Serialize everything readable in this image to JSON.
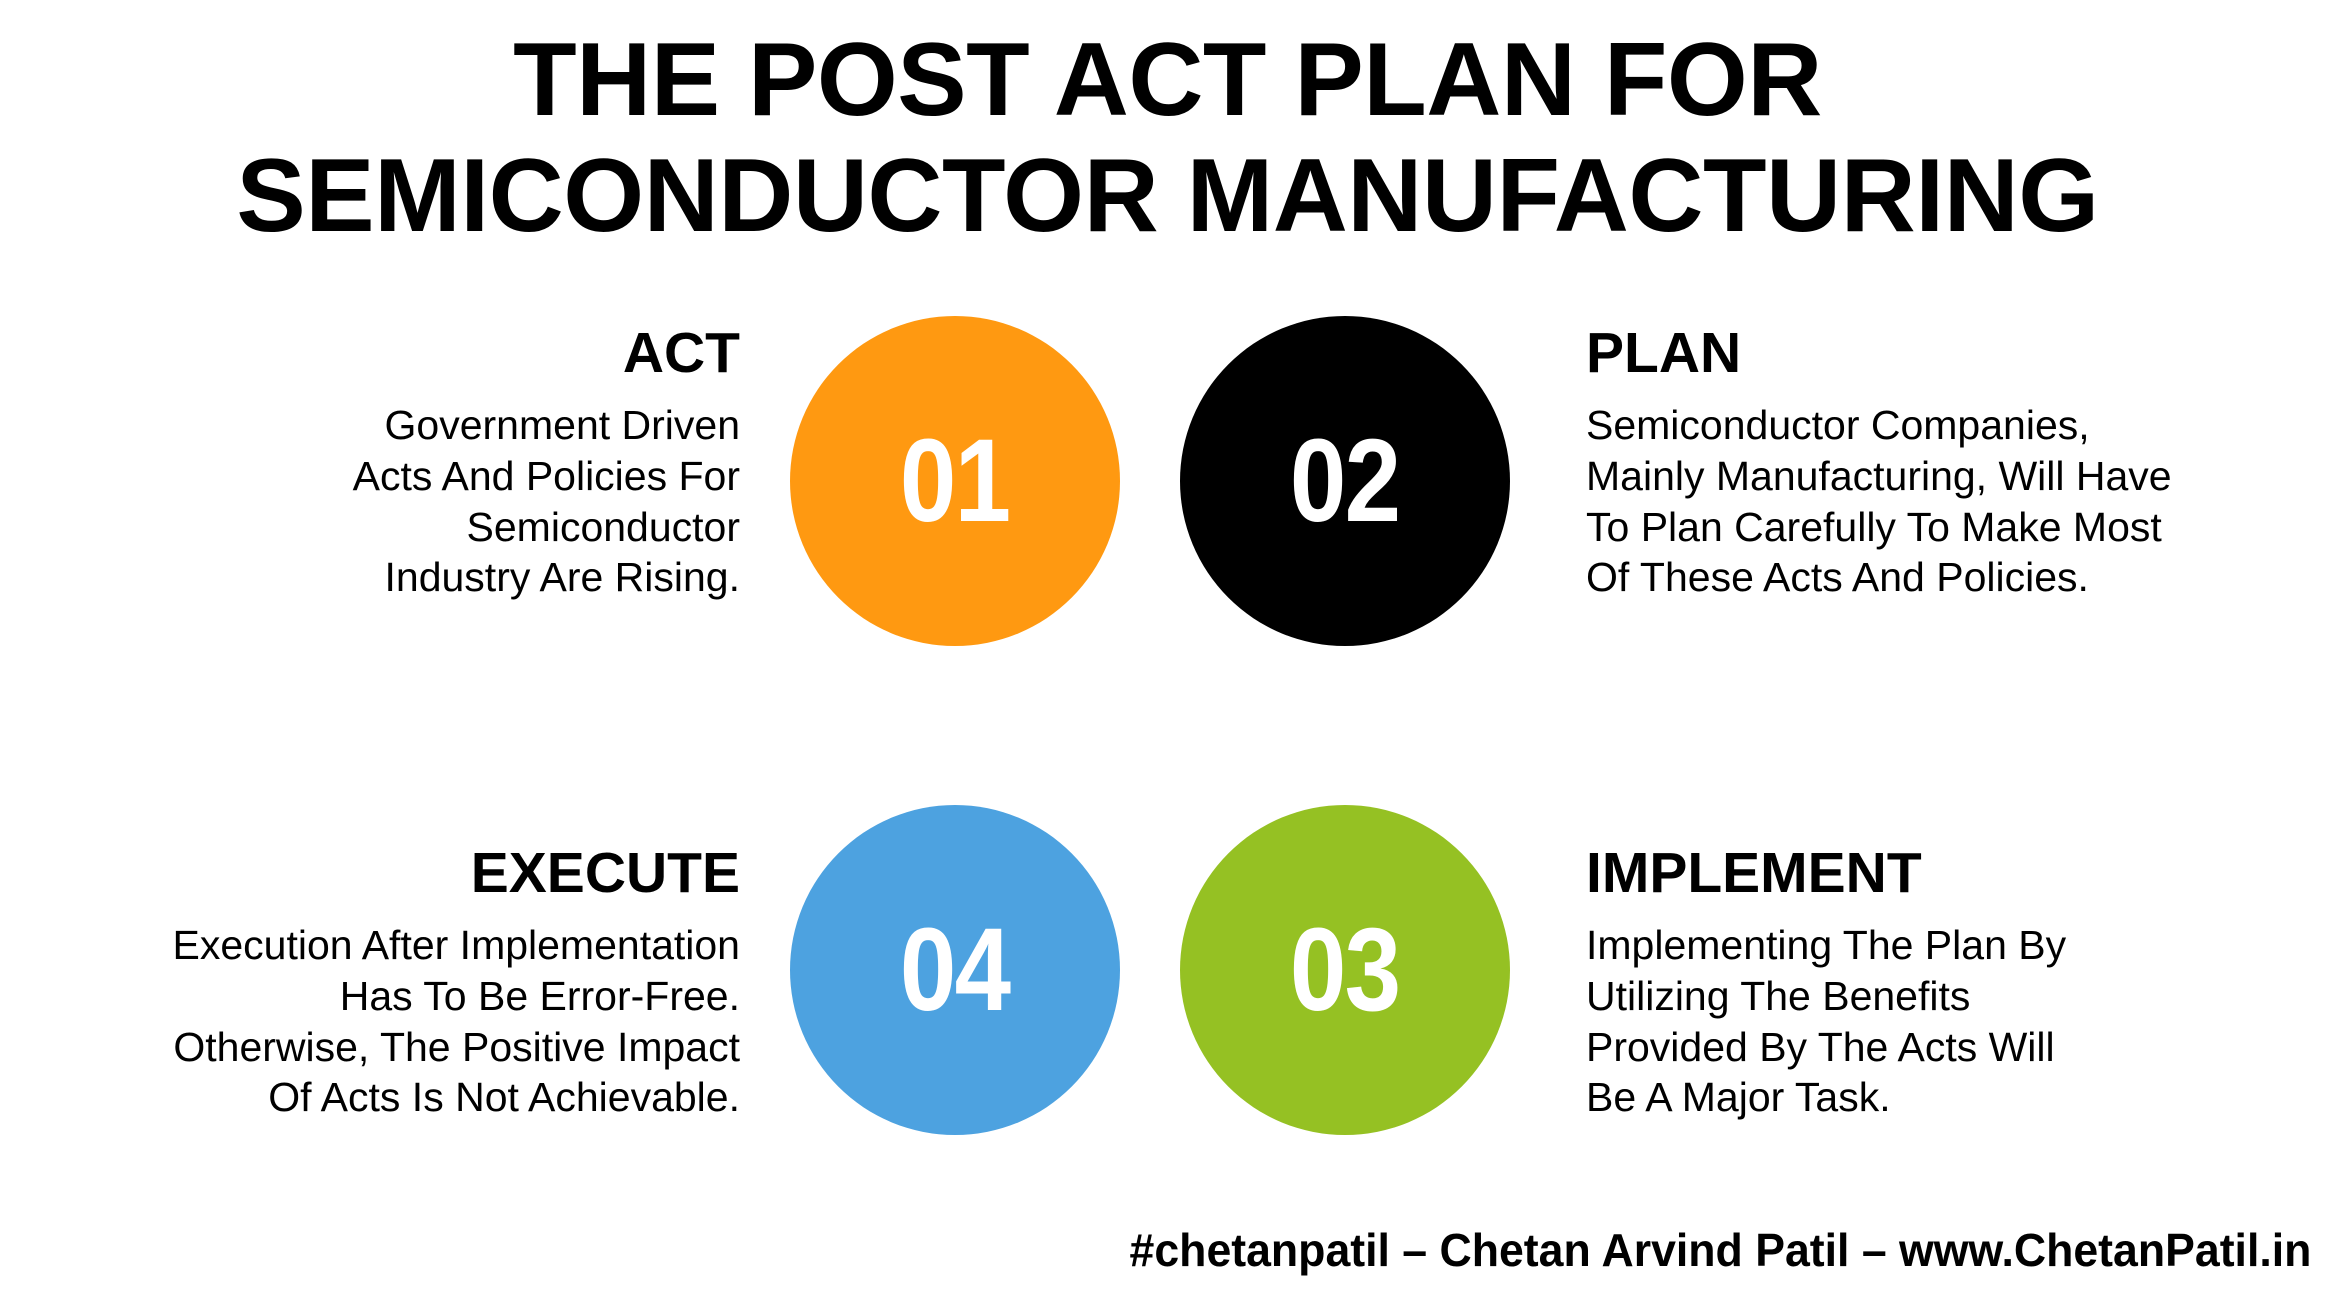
{
  "title": {
    "line1": "THE POST ACT PLAN FOR",
    "line2": "SEMICONDUCTOR MANUFACTURING"
  },
  "colors": {
    "orange": "#FF9911",
    "black": "#000000",
    "green": "#95C123",
    "blue": "#4DA2E0",
    "background": "#FFFFFF",
    "text": "#000000",
    "number_text": "#FFFFFF"
  },
  "steps": [
    {
      "number": "01",
      "heading": "ACT",
      "color": "#FF9911",
      "side": "left",
      "row": 1,
      "body_lines": [
        "Government Driven",
        "Acts And Policies For",
        "Semiconductor",
        "Industry Are Rising."
      ],
      "body": "Government Driven Acts And Policies For Semiconductor Industry Are Rising."
    },
    {
      "number": "02",
      "heading": "PLAN",
      "color": "#000000",
      "side": "right",
      "row": 1,
      "body_lines": [
        "Semiconductor Companies,",
        "Mainly Manufacturing, Will Have",
        "To Plan Carefully To Make Most",
        "Of These Acts And Policies."
      ],
      "body": "Semiconductor Companies, Mainly Manufacturing, Will Have To Plan Carefully To Make Most Of These Acts And Policies."
    },
    {
      "number": "04",
      "heading": "EXECUTE",
      "color": "#4DA2E0",
      "side": "left",
      "row": 2,
      "body_lines": [
        "Execution After Implementation",
        "Has To Be Error-Free.",
        "Otherwise, The Positive Impact",
        "Of Acts Is Not Achievable."
      ],
      "body": "Execution After Implementation Has To Be Error-Free. Otherwise, The Positive Impact Of Acts Is Not Achievable."
    },
    {
      "number": "03",
      "heading": "IMPLEMENT",
      "color": "#95C123",
      "side": "right",
      "row": 2,
      "body_lines": [
        "Implementing The Plan By",
        "Utilizing The Benefits",
        "Provided By The Acts Will",
        "Be A Major Task."
      ],
      "body": "Implementing The Plan By Utilizing The Benefits Provided By The Acts Will Be A Major Task."
    }
  ],
  "footer": {
    "text": "#chetanpatil – Chetan Arvind Patil – www.ChetanPatil.in"
  }
}
